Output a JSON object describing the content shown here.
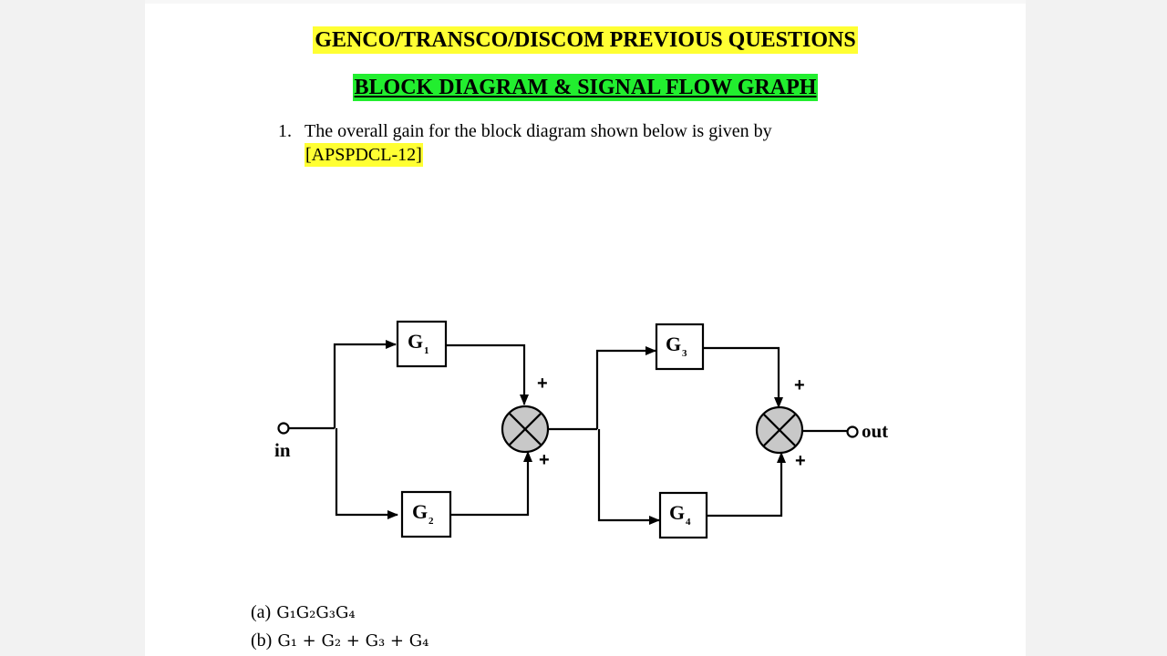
{
  "header": {
    "title": "GENCO/TRANSCO/DISCOM PREVIOUS QUESTIONS",
    "subtitle": "BLOCK DIAGRAM & SIGNAL FLOW GRAPH"
  },
  "question": {
    "number": "1.",
    "text": "The overall gain for the block diagram shown below is given by",
    "source_tag": "[APSPDCL-12]"
  },
  "diagram": {
    "input_label": "in",
    "output_label": "out",
    "blocks": [
      {
        "main": "G",
        "sub": "1"
      },
      {
        "main": "G",
        "sub": "2"
      },
      {
        "main": "G",
        "sub": "3"
      },
      {
        "main": "G",
        "sub": "4"
      }
    ],
    "signs": [
      "+",
      "+",
      "+",
      "+"
    ]
  },
  "options": [
    {
      "letter": "(a)",
      "expr": "G₁G₂G₃G₄"
    },
    {
      "letter": "(b)",
      "expr": "G₁ + G₂ + G₃ + G₄"
    }
  ],
  "colors": {
    "highlight_yellow": "#ffff33",
    "highlight_green": "#22ee2f",
    "summer_fill": "#c8c8c8"
  }
}
